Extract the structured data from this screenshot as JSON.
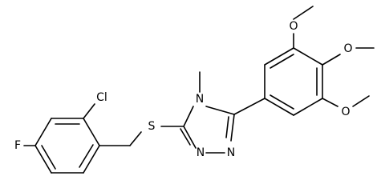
{
  "molecule": {
    "atoms": {
      "cl": "Cl",
      "f": "F",
      "s": "S",
      "n_methyl": "N",
      "n_ring_1": "N",
      "n_ring_2": "N",
      "o_top": "O",
      "o_mid": "O",
      "o_low": "O"
    }
  }
}
